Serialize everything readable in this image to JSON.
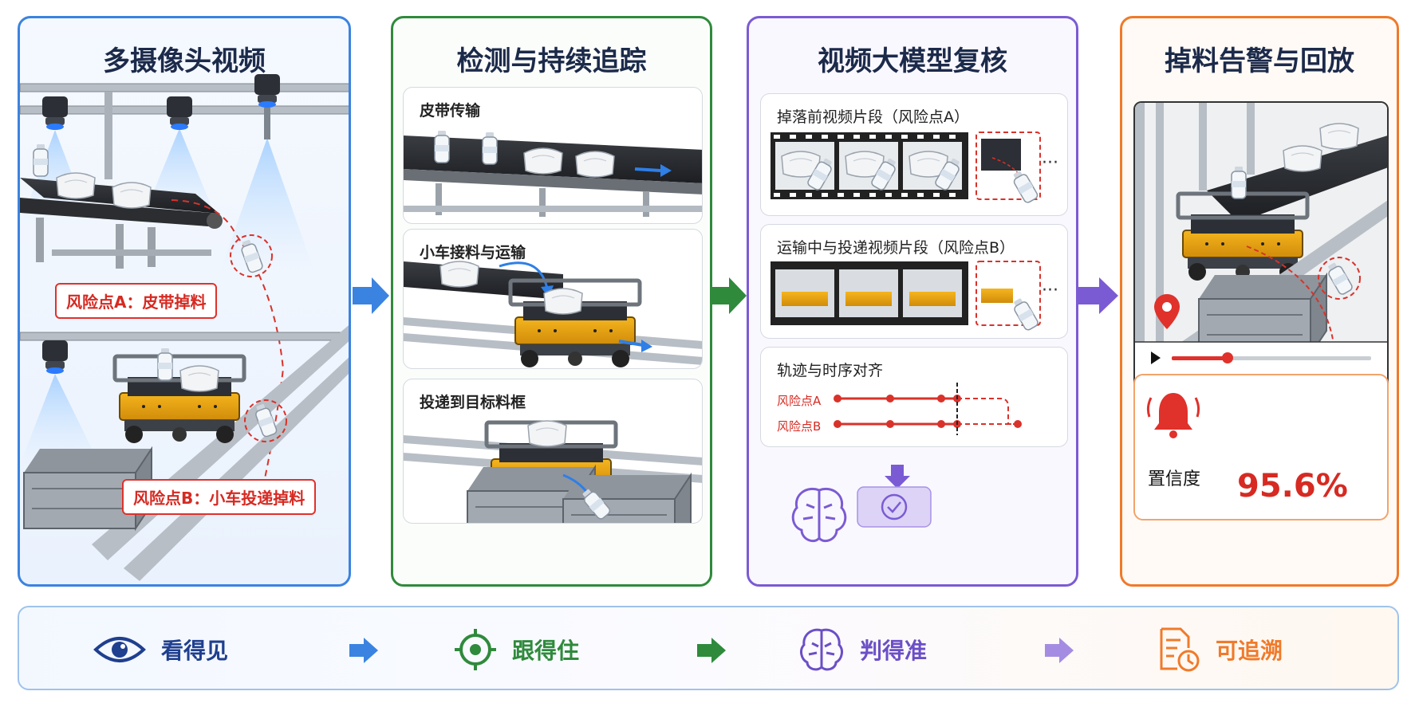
{
  "panels": {
    "p1": {
      "title": "多摄像头视频",
      "risk_a": "风险点A：皮带掉料",
      "risk_b": "风险点B：小车投递掉料"
    },
    "p2": {
      "title": "检测与持续追踪",
      "card1": "皮带传输",
      "card2": "小车接料与运输",
      "card3": "投递到目标料框"
    },
    "p3": {
      "title": "视频大模型复核",
      "card1": "掉落前视频片段（风险点A）",
      "card2": "运输中与投递视频片段（风险点B）",
      "card3": "轨迹与时序对齐",
      "track_a": "风险点A",
      "track_b": "风险点B",
      "ellipsis": "···"
    },
    "p4": {
      "title": "掉料告警与回放",
      "confidence_label": "置信度",
      "confidence_value": "95.6%"
    }
  },
  "bottom": {
    "items": [
      {
        "label": "看得见",
        "color": "#1f3f8f"
      },
      {
        "label": "跟得住",
        "color": "#2f8a3c"
      },
      {
        "label": "判得准",
        "color": "#6b4fc7"
      },
      {
        "label": "可追溯",
        "color": "#f07a2a"
      }
    ]
  },
  "colors": {
    "blue": "#3b83e0",
    "green": "#2f8a3c",
    "purple": "#7b5bd4",
    "orange": "#f07a2a",
    "red": "#e0312b"
  },
  "icons": [
    "camera-icon",
    "conveyor-icon",
    "cart-icon",
    "bin-icon",
    "bottle-icon",
    "bag-icon",
    "film-icon",
    "brain-icon",
    "check-icon",
    "location-pin-icon",
    "play-icon",
    "bell-icon",
    "eye-icon",
    "target-icon",
    "report-clock-icon",
    "arrow-right-icon"
  ]
}
